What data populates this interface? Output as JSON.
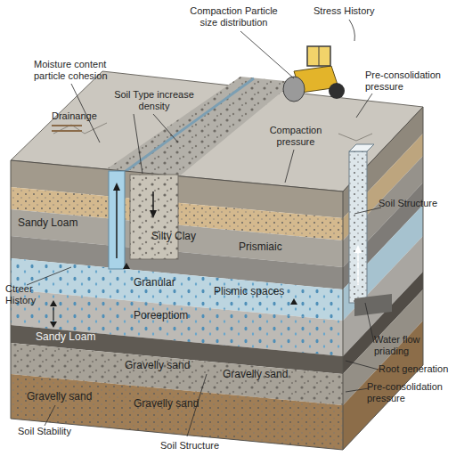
{
  "diagram": {
    "labels": [
      "Compaction Particle size distribution",
      "Stress History",
      "Moisture content particle cohesion",
      "Soil Type increase density",
      "Drainange",
      "Pre-consolidation pressure",
      "Compaction pressure",
      "Soil Structure",
      "Sandy Loam",
      "Silty Clay",
      "Prismiaic",
      "Ctreer History",
      "Granular",
      "Plismic spaces",
      "Poreeptiom",
      "Water flow priading",
      "Root generation",
      "Sandy Loam",
      "Gravelly sand",
      "Gravelly sand",
      "Gravelly sand",
      "Gravelly sand",
      "Pre-consolidation pressure",
      "Soil Stability",
      "Soil Structure"
    ]
  }
}
